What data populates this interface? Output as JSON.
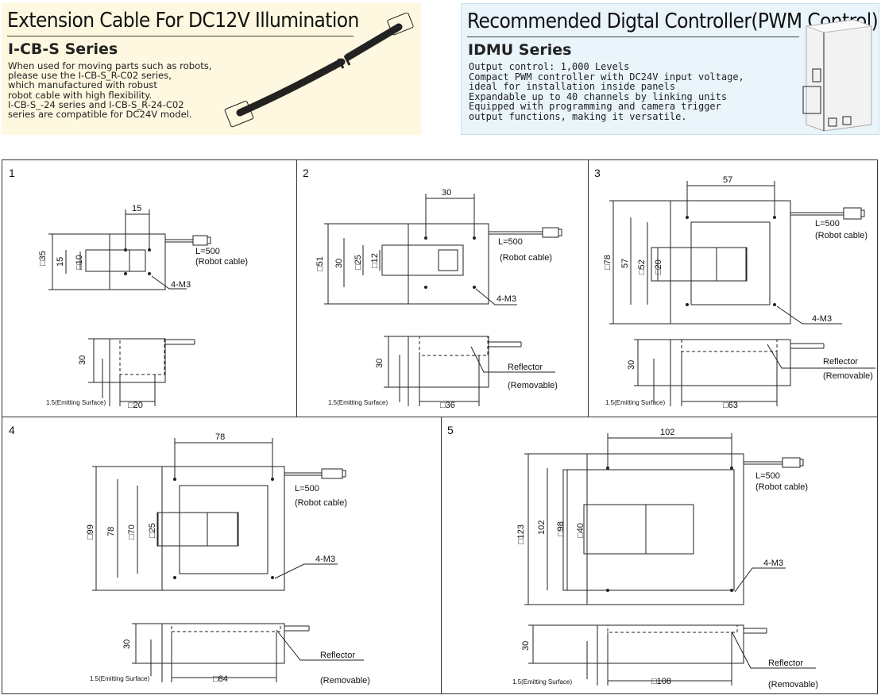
{
  "promo_left": {
    "title": "Extension Cable For DC12V Illumination",
    "subtitle": "I-CB-S Series",
    "description": "When used for moving parts such as robots,\nplease use the I-CB-S_R-C02 series,\nwhich manufactured with robust\nrobot cable with high flexibility.\nI-CB-S_-24 series and I-CB-S_R-24-C02\nseries are compatible for DC24V model."
  },
  "promo_right": {
    "title": "Recommended Digtal Controller(PWM Control)",
    "subtitle": "IDMU Series",
    "description": "Output control: 1,000 Levels\nCompact PWM controller with DC24V input voltage,\nideal for installation inside panels\nExpandable up to 40 channels by linking units\nEquipped with programming and camera trigger\noutput functions, making it versatile."
  },
  "panels": [
    {
      "number": "1",
      "top_width": "15",
      "outer": "□35",
      "inner_pitch": "15",
      "window": "□10",
      "cable": "L=500",
      "cable_type": "(Robot cable)",
      "screw": "4-M3",
      "height": "30",
      "emit": "1.5(Emitting Surface)",
      "bottom_width": "□20"
    },
    {
      "number": "2",
      "top_width": "30",
      "outer": "□51",
      "inner_pitch": "30",
      "mid": "□25",
      "window": "□12",
      "cable": "L=500",
      "cable_type": "(Robot cable)",
      "screw": "4-M3",
      "height": "30",
      "emit": "1.5(Emitting Surface)",
      "bottom_width": "□36",
      "reflector": "Reflector",
      "reflector_note": "(Removable)"
    },
    {
      "number": "3",
      "top_width": "57",
      "outer": "□78",
      "inner_pitch": "57",
      "mid": "□52",
      "window": "□20",
      "cable": "L=500",
      "cable_type": "(Robot cable)",
      "screw": "4-M3",
      "height": "30",
      "emit": "1.5(Emitting Surface)",
      "bottom_width": "□63",
      "reflector": "Reflector",
      "reflector_note": "(Removable)"
    },
    {
      "number": "4",
      "top_width": "78",
      "outer": "□99",
      "inner_pitch": "78",
      "mid": "□70",
      "window": "□25",
      "cable": "L=500",
      "cable_type": "(Robot cable)",
      "screw": "4-M3",
      "height": "30",
      "emit": "1.5(Emitting Surface)",
      "bottom_width": "□84",
      "reflector": "Reflector",
      "reflector_note": "(Removable)"
    },
    {
      "number": "5",
      "top_width": "102",
      "outer": "□123",
      "inner_pitch": "102",
      "mid": "□98",
      "window": "□40",
      "cable": "L=500",
      "cable_type": "(Robot cable)",
      "screw": "4-M3",
      "height": "30",
      "emit": "1.5(Emitting Surface)",
      "bottom_width": "□108",
      "reflector": "Reflector",
      "reflector_note": "(Removable)"
    }
  ]
}
